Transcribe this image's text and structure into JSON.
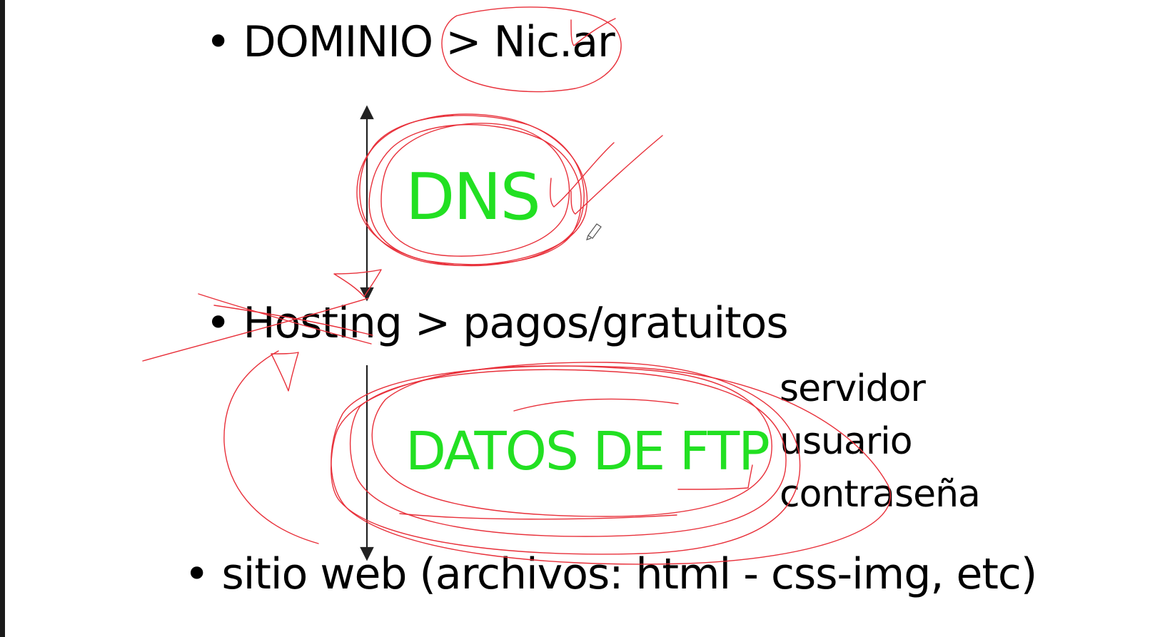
{
  "slide": {
    "line_dominio": "• DOMINIO > Nic.ar",
    "dns_label": "DNS",
    "line_hosting": "• Hosting > pagos/gratuitos",
    "ftp_label": "DATOS DE FTP",
    "ftp_fields": [
      "servidor",
      "usuario",
      "contraseña"
    ],
    "line_sitio": "• sitio web (archivos: html - css-img, etc)"
  },
  "colors": {
    "text": "#000000",
    "highlight_text": "#22e022",
    "ink_annotation": "#e8303a",
    "arrow": "#222222"
  },
  "icons": [
    "pen-cursor-icon"
  ]
}
